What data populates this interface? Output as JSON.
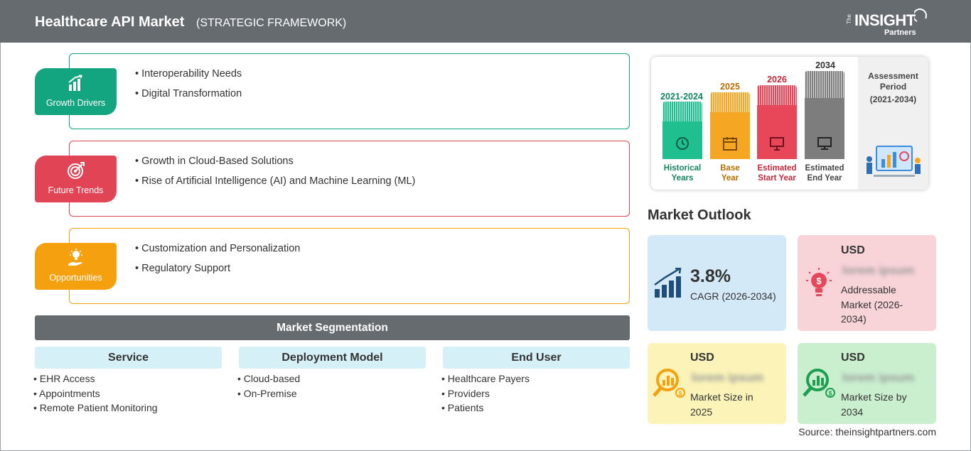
{
  "header": {
    "title": "Healthcare API Market",
    "subtitle": "(STRATEGIC FRAMEWORK)"
  },
  "logo": {
    "the": "The",
    "insight": "INSIGHT",
    "partners": "Partners"
  },
  "framework": [
    {
      "label": "Growth Drivers",
      "color": "#13a57f",
      "items": [
        "Interoperability Needs",
        "Digital Transformation"
      ]
    },
    {
      "label": "Future Trends",
      "color": "#e04455",
      "items": [
        "Growth in Cloud-Based Solutions",
        "Rise of Artificial Intelligence (AI) and Machine Learning (ML)"
      ]
    },
    {
      "label": "Opportunities",
      "color": "#f5a10f",
      "items": [
        "Customization and Personalization",
        "Regulatory Support"
      ]
    }
  ],
  "segmentation": {
    "title": "Market Segmentation",
    "columns": [
      {
        "heading": "Service",
        "items": [
          "EHR Access",
          "Appointments",
          "Remote Patient Monitoring"
        ]
      },
      {
        "heading": "Deployment Model",
        "items": [
          "Cloud-based",
          "On-Premise"
        ]
      },
      {
        "heading": "End User",
        "items": [
          "Healthcare Payers",
          "Providers",
          "Patients"
        ]
      }
    ]
  },
  "timeline": {
    "periods": [
      {
        "year": "2021-2024",
        "label1": "Historical",
        "label2": "Years",
        "color": "#1fbf8f",
        "text_color": "#13845f"
      },
      {
        "year": "2025",
        "label1": "Base",
        "label2": "Year",
        "color": "#f5a623",
        "text_color": "#b86e00"
      },
      {
        "year": "2026",
        "label1": "Estimated",
        "label2": "Start Year",
        "color": "#e8475a",
        "text_color": "#c4283a"
      },
      {
        "year": "2034",
        "label1": "Estimated",
        "label2": "End Year",
        "color": "#7d7d7d",
        "text_color": "#444444"
      }
    ],
    "assessment_title": "Assessment Period",
    "assessment_range": "(2021-2034)"
  },
  "outlook": {
    "title": "Market Outlook",
    "cagr_value": "3.8%",
    "cagr_label": "CAGR (2026-2034)",
    "addressable_usd": "USD",
    "addressable_value": "lorem ipsum",
    "addressable_label": "Addressable Market (2026-2034)",
    "size2025_usd": "USD",
    "size2025_value": "lorem ipsum",
    "size2025_label": "Market Size in 2025",
    "size2034_usd": "USD",
    "size2034_value": "lorem ipsum",
    "size2034_label": "Market Size by 2034"
  },
  "source": "Source: theinsightpartners.com"
}
